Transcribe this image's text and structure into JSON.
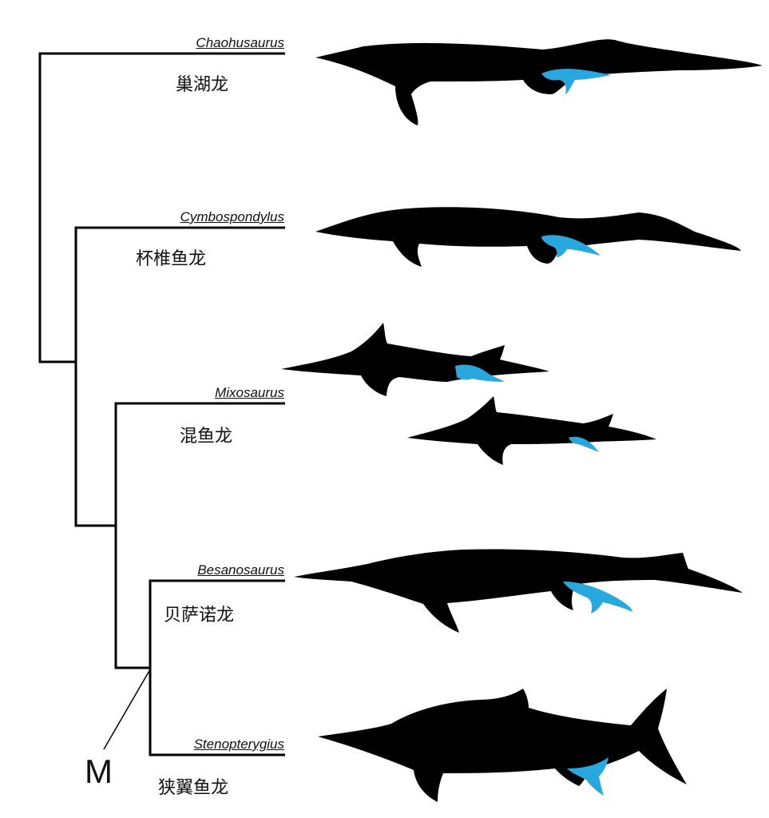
{
  "colors": {
    "tree": "#000000",
    "silhouette": "#000000",
    "embryo": "#29a8e0"
  },
  "taxa": [
    {
      "latin": "Chaohusaurus",
      "chinese": "巢湖龙"
    },
    {
      "latin": "Cymbospondylus",
      "chinese": "杯椎鱼龙"
    },
    {
      "latin": "Mixosaurus",
      "chinese": "混鱼龙"
    },
    {
      "latin": "Besanosaurus",
      "chinese": "贝萨诺龙"
    },
    {
      "latin": "Stenopterygius",
      "chinese": "狭翼鱼龙"
    }
  ],
  "node_label": "M"
}
